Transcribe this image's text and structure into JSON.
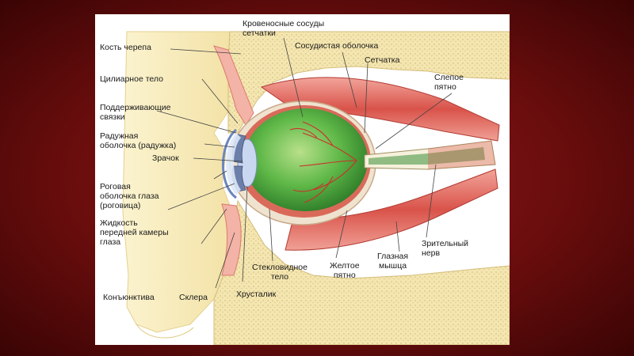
{
  "labels": {
    "skull_bone": "Кость черепа",
    "ciliary_body": "Цилиарное тело",
    "zonule_1": "Поддерживающие",
    "zonule_2": "связки",
    "iris_1": "Радужная",
    "iris_2": "оболочка (радужка)",
    "pupil": "Зрачок",
    "cornea_1": "Роговая",
    "cornea_2": "оболочка глаза",
    "cornea_3": "(роговица)",
    "aqueous_1": "Жидкость",
    "aqueous_2": "передней камеры",
    "aqueous_3": "глаза",
    "conjunctiva": "Конъюнктива",
    "sclera": "Склера",
    "lens": "Хрусталик",
    "vitreous_1": "Стекловидное",
    "vitreous_2": "тело",
    "macula_1": "Желтое",
    "macula_2": "пятно",
    "eye_muscle_1": "Глазная",
    "eye_muscle_2": "мышца",
    "optic_nerve_1": "Зрительный",
    "optic_nerve_2": "нерв",
    "blind_spot_1": "Слепое",
    "blind_spot_2": "пятно",
    "retina": "Сетчатка",
    "choroid": "Сосудистая оболочка",
    "retinal_vessels_1": "Кровеносные сосуды",
    "retinal_vessels_2": "сетчатки"
  },
  "colors": {
    "background": "#7a1010",
    "card": "#ffffff",
    "bone": "#f6eab8",
    "skin": "#f9f0c4",
    "muscle": "#d9534a",
    "vitreous": "#3d9d3a",
    "sclera": "#efe3cf",
    "lens": "#c9d8f0"
  }
}
